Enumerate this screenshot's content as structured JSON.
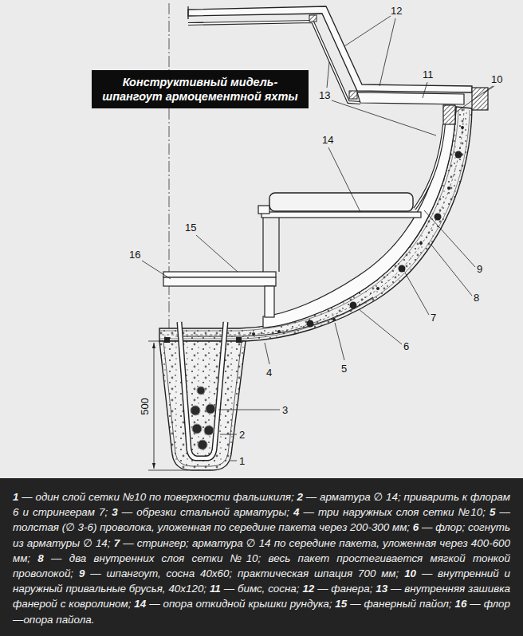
{
  "diagram": {
    "title": "Конструктивный мидель-шпангоут армоцементной яхты",
    "labels": [
      "1",
      "2",
      "3",
      "4",
      "5",
      "6",
      "7",
      "8",
      "9",
      "10",
      "11",
      "12",
      "13",
      "14",
      "15",
      "16",
      "500",
      "1",
      "— один слой сетки №10 по поверхности фальшкиля;",
      "2",
      "— арматура ∅ 14; приварить к флорам 6 и стрингерам 7;",
      "3",
      "— обрезки стальной арматуры;",
      "4",
      "— три наружных слоя сетки №10;",
      "5",
      "— толстая (∅ 3-6) проволока, уложенная по середине пакета через 200-300 мм;",
      "6",
      "— флор; согнуть из арматуры ∅ 14;",
      "7",
      "— стрингер; арматура ∅ 14 по середине пакета, уложенная через 400-600 мм;",
      "8",
      "— два внутренних слоя сетки №10; весь пакет простегивается мягкой тонкой проволокой;",
      "9",
      "— шпангоут, сосна 40x60; практическая шпация 700 мм;",
      "10",
      "— внутренний и наружный привальные брусья, 40x120;",
      "11",
      "— бимс, сосна;",
      "12",
      "— фанера;",
      "13",
      "— внутренняя зашивка фанерой с ковролином;",
      "14",
      "— опора откидной крышки рундука;",
      "15",
      "— фанерный пайол;",
      "16",
      "— флор—опора пайола."
    ]
  }
}
